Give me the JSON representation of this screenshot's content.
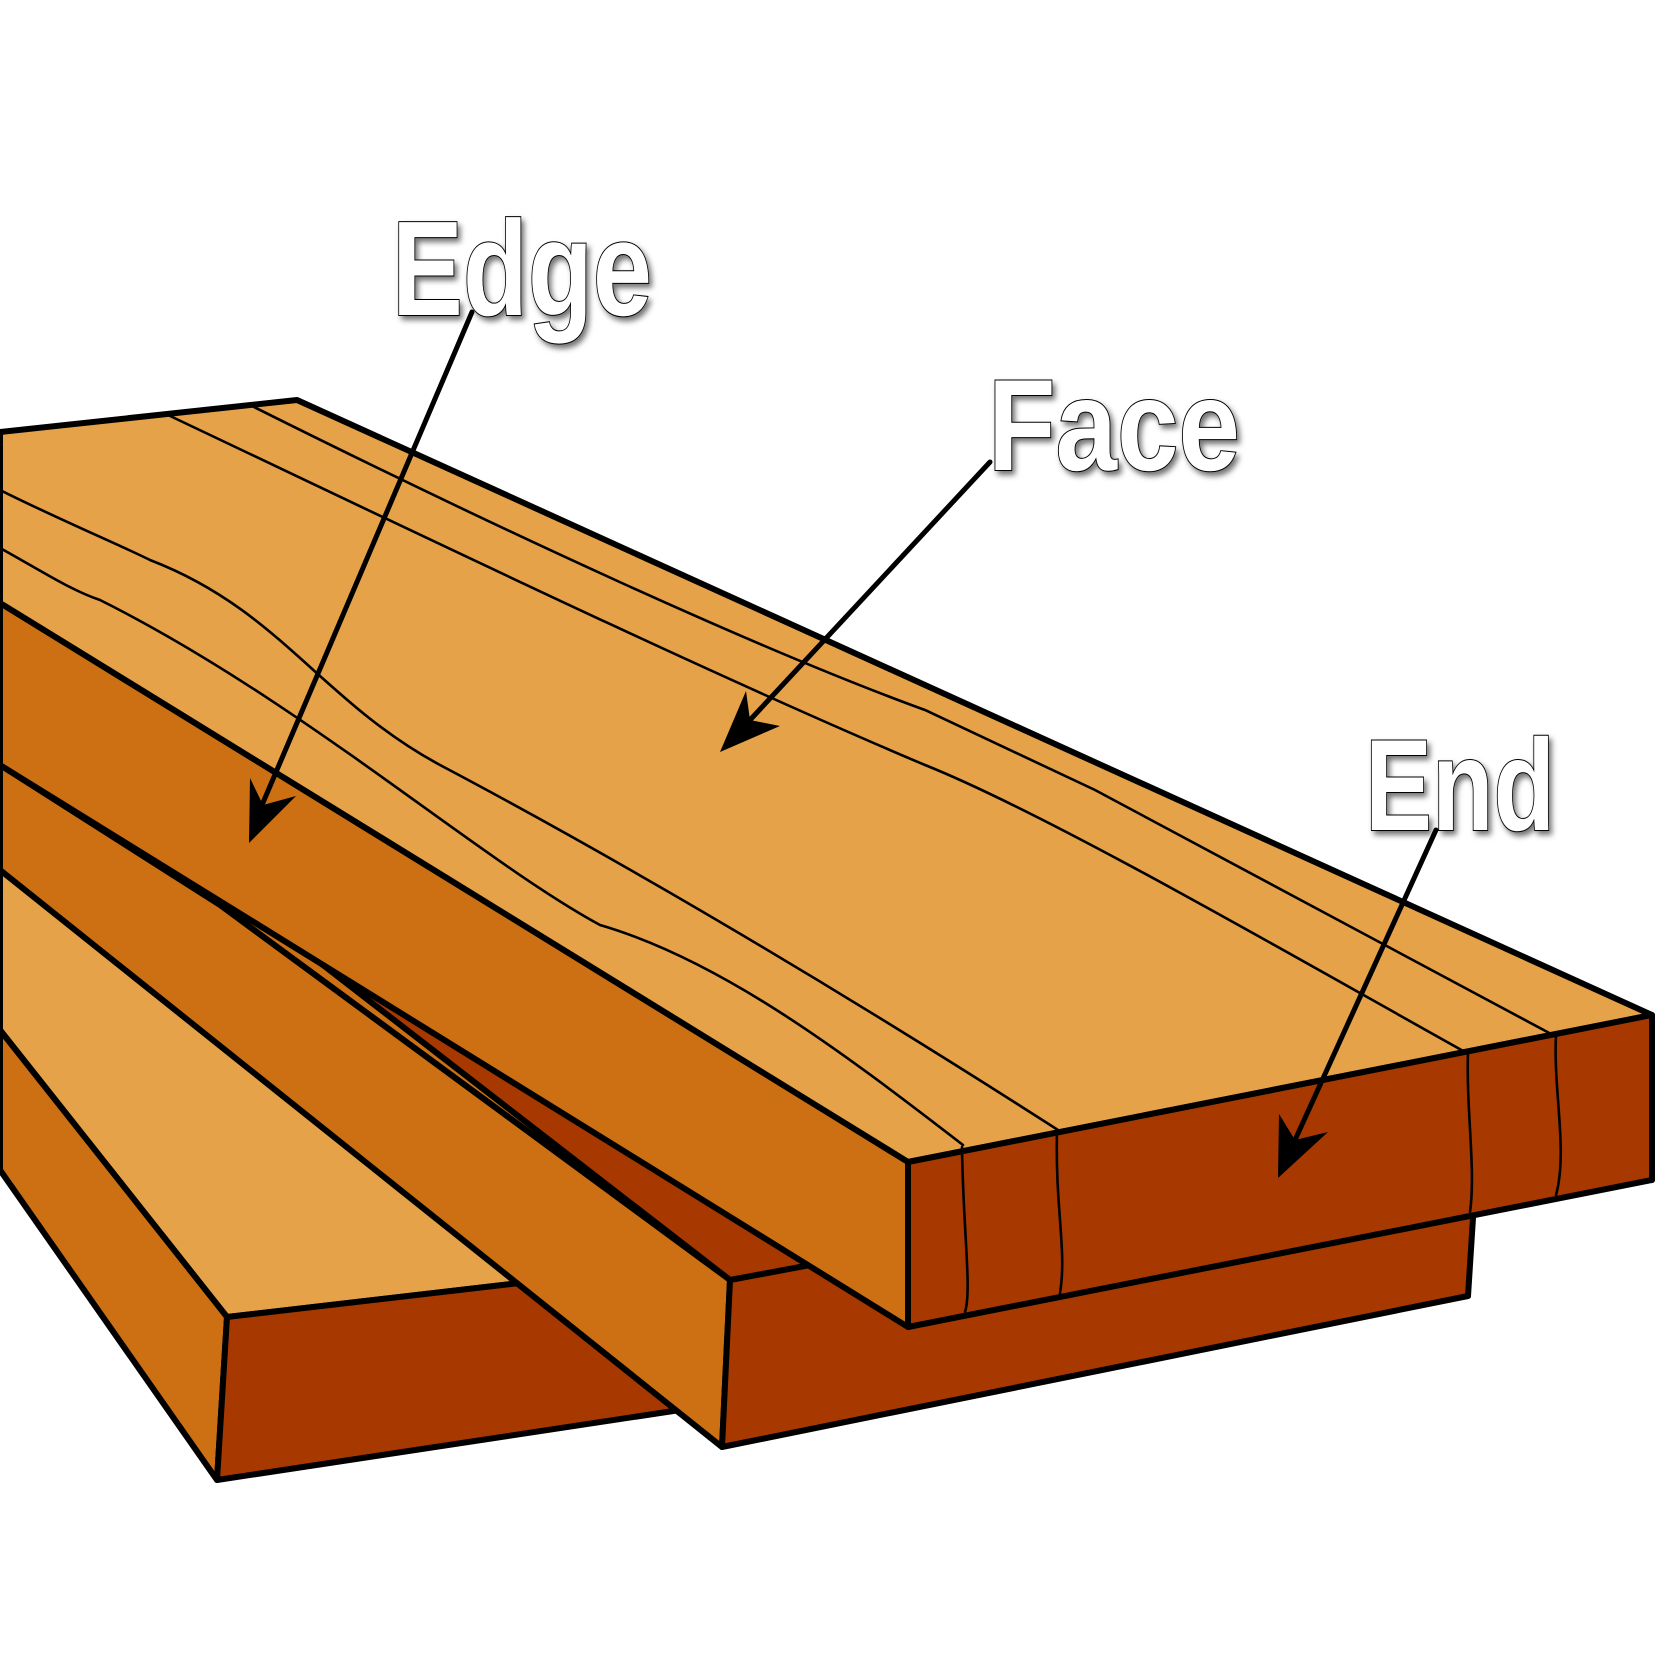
{
  "labels": {
    "edge": "Edge",
    "face": "Face",
    "end": "End"
  },
  "colors": {
    "face": "#E6A248",
    "edge": "#CD7014",
    "end": "#A63800",
    "outline": "#000000",
    "label_text": "#FFFFFF",
    "background": "#FFFFFF"
  }
}
